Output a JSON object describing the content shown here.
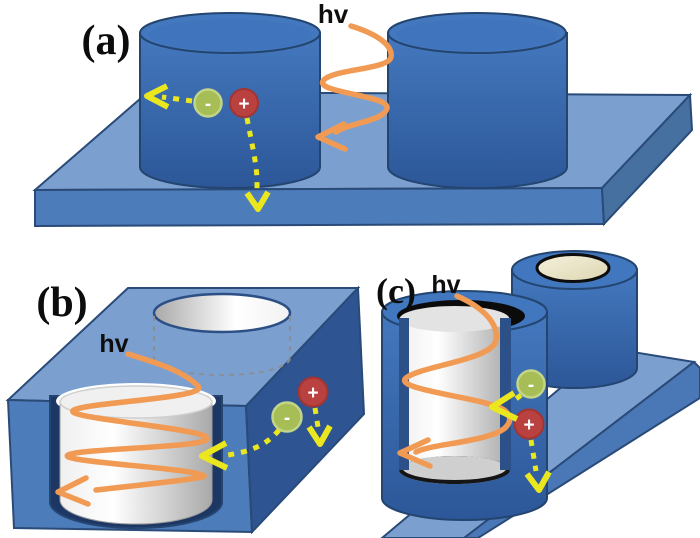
{
  "figure": {
    "type": "scientific-schematic",
    "panels": [
      {
        "id": "a",
        "label": "(a)",
        "photon_label": "hv",
        "electron_symbol": "-",
        "hole_symbol": "+"
      },
      {
        "id": "b",
        "label": "(b)",
        "photon_label": "hv",
        "electron_symbol": "-",
        "hole_symbol": "+"
      },
      {
        "id": "c",
        "label": "(c)",
        "photon_label": "hv",
        "electron_symbol": "-",
        "hole_symbol": "+"
      }
    ],
    "colors": {
      "cylinder_blue_top": "#4075bd",
      "cylinder_blue_bottom": "#2c5798",
      "slab_top": "#7ba0d0",
      "slab_front": "#4d7cba",
      "slab_right_a": "#46709f",
      "slab_side_dark": "#2e5492",
      "outline_navy": "#23456f",
      "photon_orange": "#f09a54",
      "arrow_yellow": "#ebe71f",
      "electron_green": "#a6be55",
      "electron_green_ring": "#c2d589",
      "hole_red": "#b94241",
      "hole_red_ring": "#a23432",
      "core_gray_light": "#ffffff",
      "core_gray_dark": "#ababab",
      "cavity_navy": "#1d3765",
      "cap_cream": "#efe9cf",
      "dash_gray": "#8a8f94"
    }
  }
}
